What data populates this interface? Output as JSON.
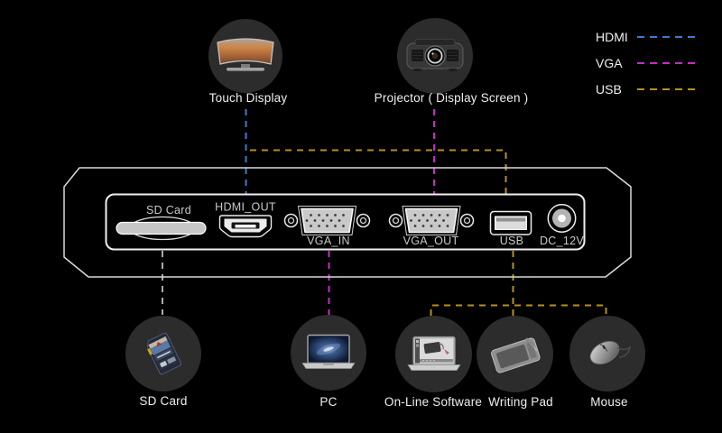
{
  "legend": {
    "items": [
      {
        "label": "HDMI",
        "color": "#3B7BD0"
      },
      {
        "label": "VGA",
        "color": "#C32EC3"
      },
      {
        "label": "USB",
        "color": "#B9901C"
      }
    ]
  },
  "top_devices": [
    {
      "label": "Touch Display"
    },
    {
      "label": "Projector ( Display Screen )"
    }
  ],
  "panel": {
    "ports": [
      {
        "label": "SD Card"
      },
      {
        "label": "HDMI_OUT"
      },
      {
        "label": "VGA_IN"
      },
      {
        "label": "VGA_OUT"
      },
      {
        "label": "USB"
      },
      {
        "label": "DC_12V"
      }
    ]
  },
  "bottom_devices": [
    {
      "label": "SD Card"
    },
    {
      "label": "PC"
    },
    {
      "label": "On-Line Software"
    },
    {
      "label": "Writing Pad"
    },
    {
      "label": "Mouse"
    }
  ],
  "connections": [
    {
      "from": "Touch Display",
      "to": "HDMI_OUT",
      "type": "HDMI"
    },
    {
      "from": "Touch Display",
      "to": "USB",
      "type": "USB"
    },
    {
      "from": "Projector ( Display Screen )",
      "to": "VGA_OUT",
      "type": "VGA"
    },
    {
      "from": "SD Card",
      "to": "SD Card",
      "type": "SD"
    },
    {
      "from": "PC",
      "to": "VGA_IN",
      "type": "VGA"
    },
    {
      "from": "On-Line Software",
      "to": "USB",
      "type": "USB"
    },
    {
      "from": "Writing Pad",
      "to": "USB",
      "type": "USB"
    },
    {
      "from": "Mouse",
      "to": "USB",
      "type": "USB"
    }
  ],
  "colors": {
    "background": "#000000",
    "hdmi": "#3B7BD0",
    "vga": "#C32EC3",
    "usb": "#B9901C",
    "neutral_line": "#ABABAB",
    "panel_outline": "#E0E0E0",
    "node_fill": "#2C2C2C"
  }
}
